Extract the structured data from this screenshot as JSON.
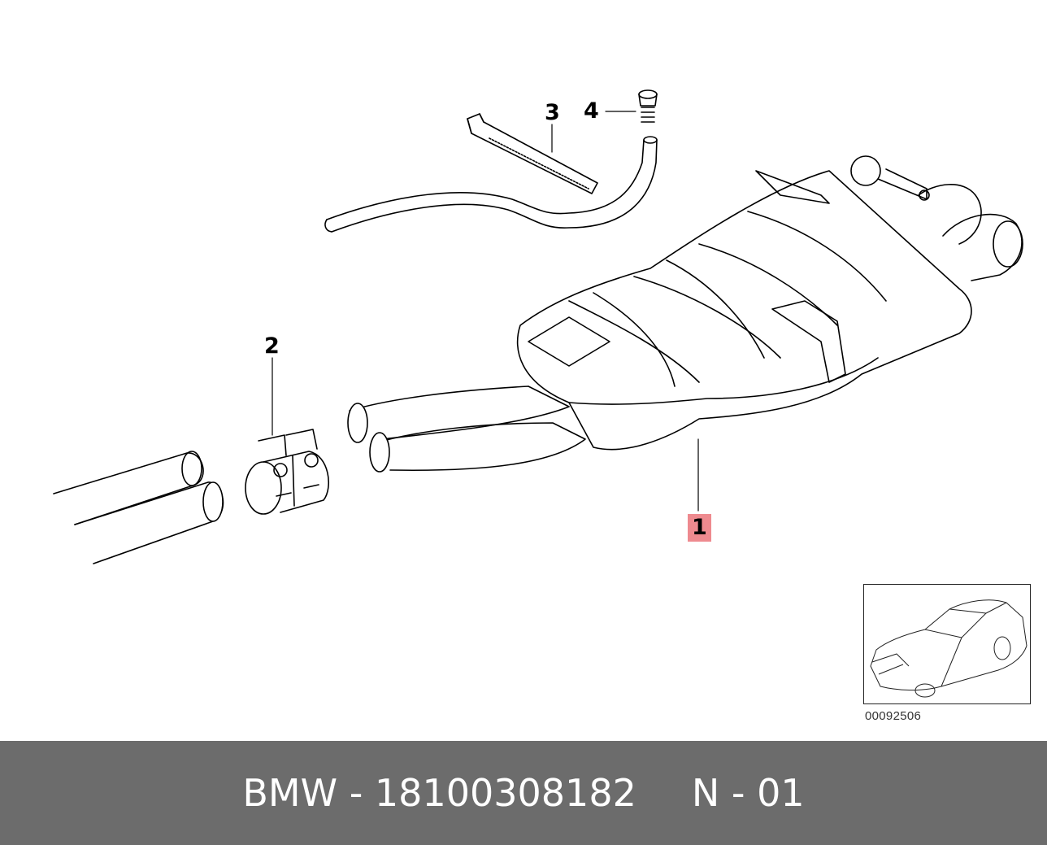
{
  "callouts": [
    {
      "id": "1",
      "label": "1"
    },
    {
      "id": "2",
      "label": "2"
    },
    {
      "id": "3",
      "label": "3"
    },
    {
      "id": "4",
      "label": "4"
    }
  ],
  "highlight_color": "#ee8a8f",
  "footer_bg": "#6c6c6c",
  "diagram_id": "00092506",
  "footer": {
    "part_text": "BMW - 18100308182",
    "position_text": "N - 01"
  }
}
